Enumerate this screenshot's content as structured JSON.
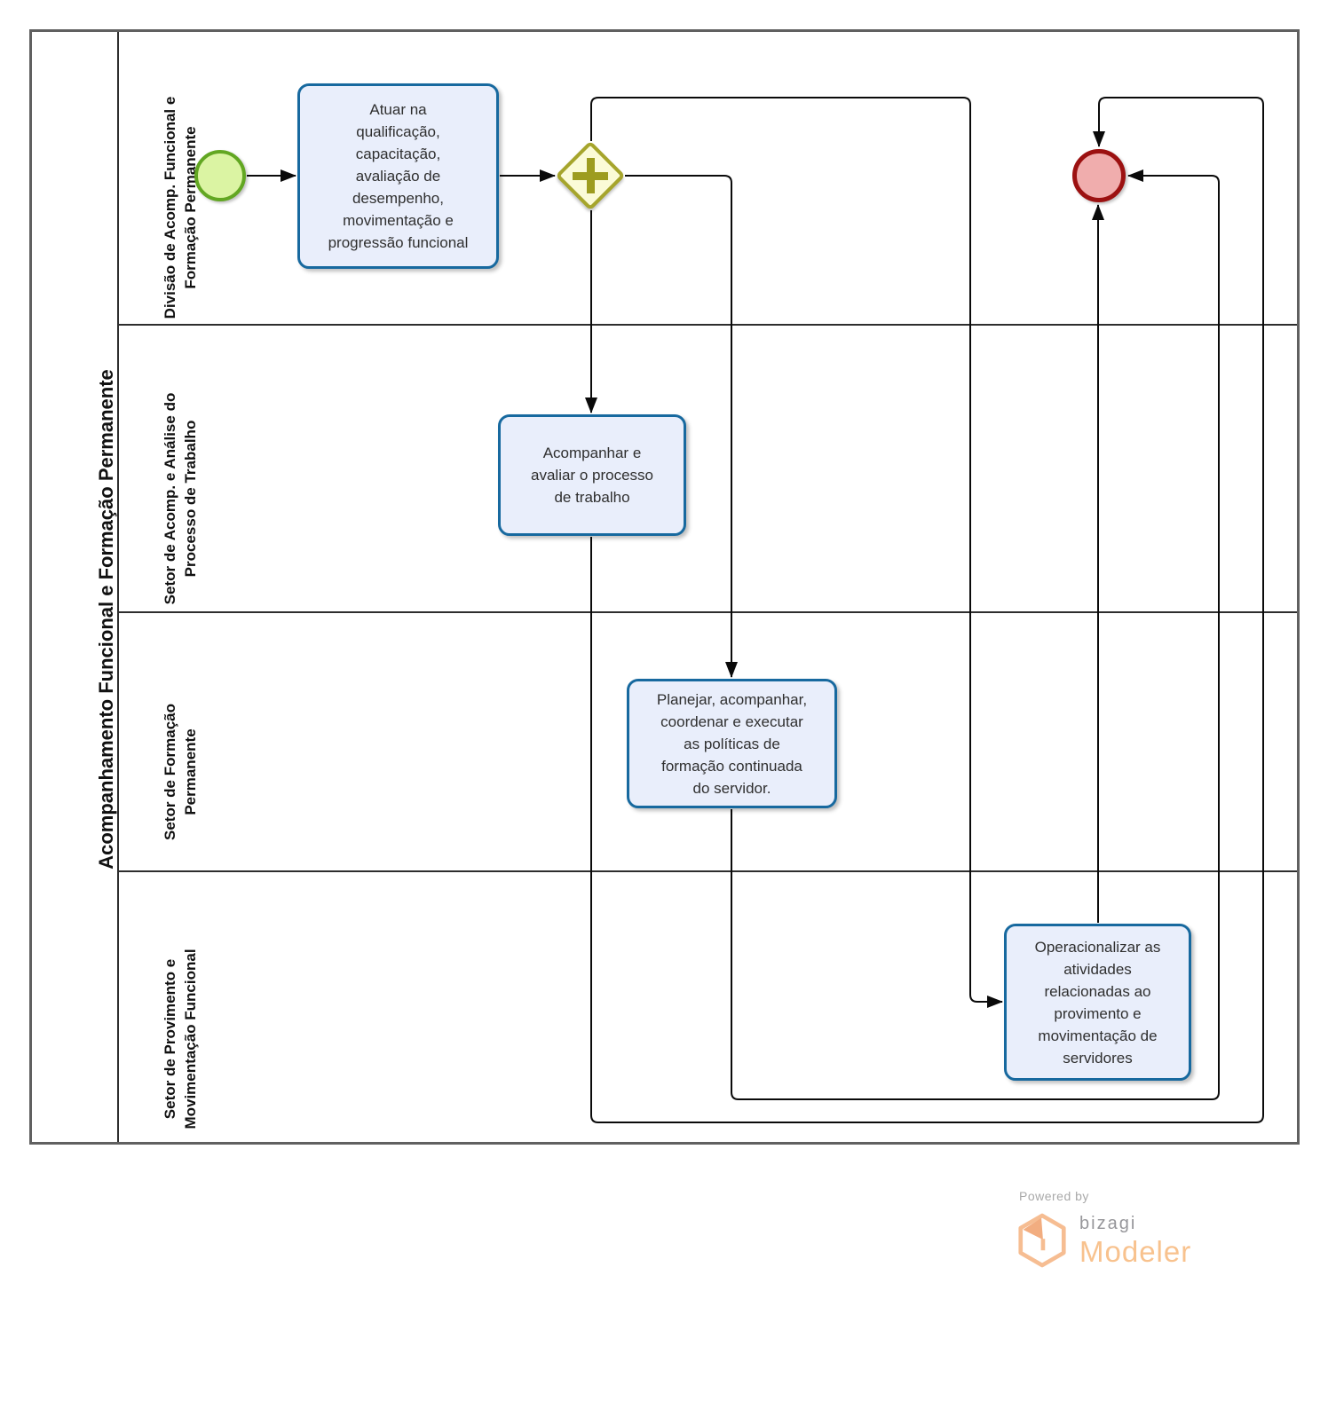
{
  "diagram": {
    "pool_title": "Acompanhamento Funcional e Formação Permanente",
    "lanes": [
      {
        "title": "Divisão de Acomp. Funcional e\nFormação Permanente"
      },
      {
        "title": "Setor de Acomp. e Análise do\nProcesso de Trabalho"
      },
      {
        "title": "Setor de Formação\nPermanente"
      },
      {
        "title": "Setor de Provimento e\nMovimentação Funcional"
      }
    ],
    "tasks": [
      {
        "id": "task-atuar",
        "label": "Atuar na\nqualificação,\ncapacitação,\navaliação de\ndesempenho,\nmovimentação e\nprogressão funcional"
      },
      {
        "id": "task-acompanhar",
        "label": "Acompanhar e\navaliar o processo\nde trabalho"
      },
      {
        "id": "task-planejar",
        "label": "Planejar, acompanhar,\ncoordenar e executar\nas políticas de\nformação continuada\ndo servidor."
      },
      {
        "id": "task-operacionalizar",
        "label": "Operacionalizar as\natividades\nrelacionadas ao\nprovimento e\nmovimentação de\nservidores"
      }
    ],
    "gateway": {
      "type": "parallel",
      "icon": "plus-icon"
    },
    "events": {
      "start": "start-event",
      "end": "end-event"
    }
  },
  "branding": {
    "powered_by": "Powered by",
    "brand": "bizagi",
    "product": "Modeler"
  },
  "colors": {
    "task_fill": "#e9eefb",
    "task_border": "#17699f",
    "start_fill": "#dbf4a3",
    "start_border": "#62a722",
    "end_fill": "#f0adad",
    "end_border": "#9c1111",
    "gateway_fill": "#fbfbd7",
    "gateway_border": "#a6a52c",
    "gateway_plus": "#9d9c1f",
    "flow_line": "#0a0a0a",
    "pool_border": "#606060",
    "brand_orange": "#f8c28e",
    "brand_gray": "#96969a"
  }
}
